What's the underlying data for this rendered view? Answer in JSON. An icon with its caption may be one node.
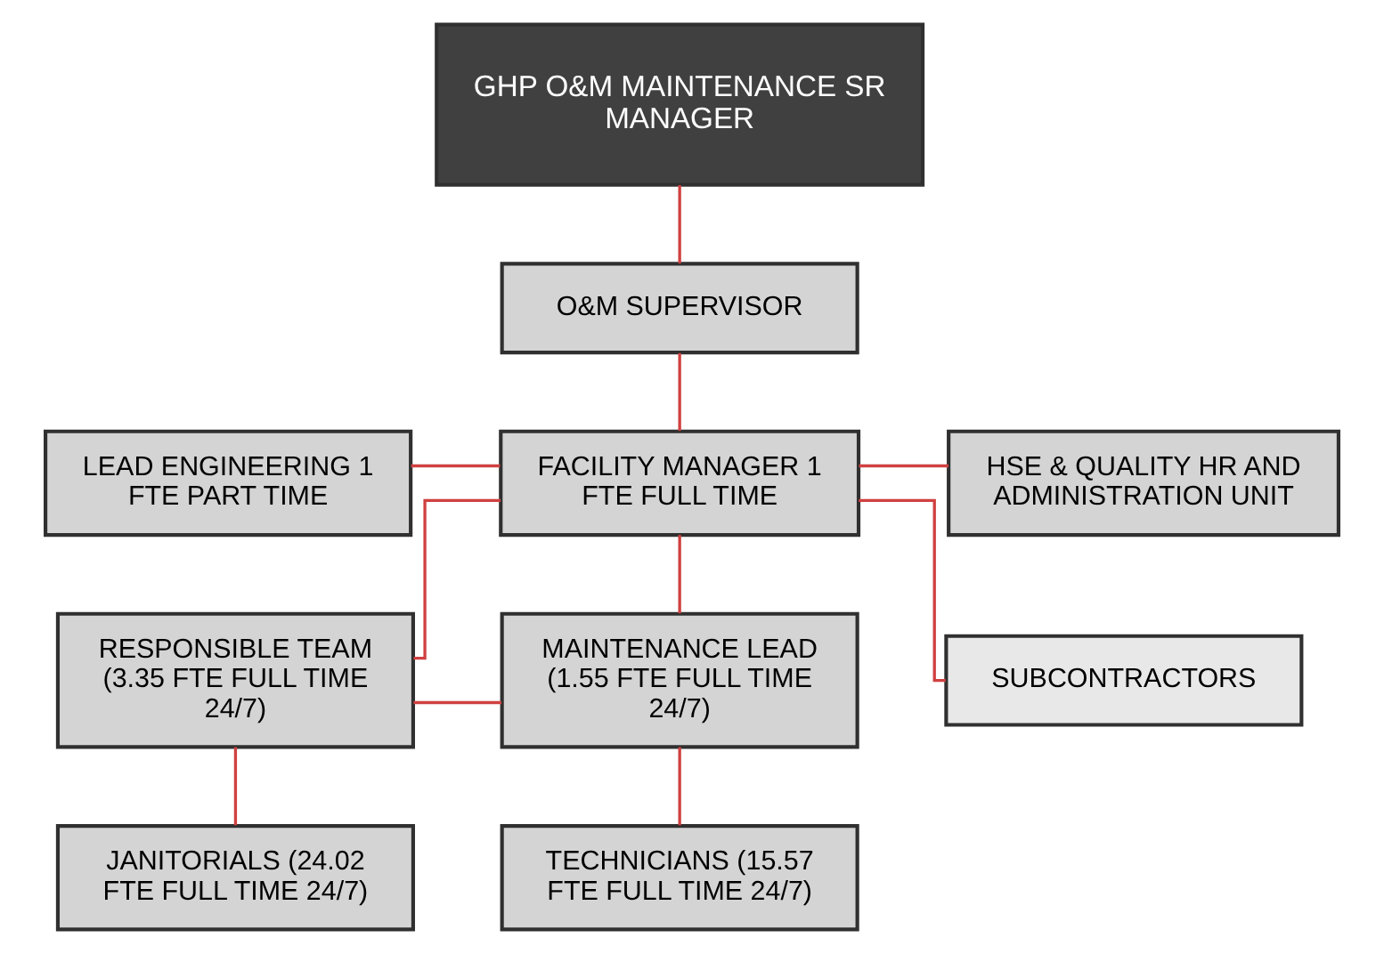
{
  "diagram": {
    "nodes": [
      {
        "text": [
          "GHP O&M MAINTENANCE SR MANAGER"
        ]
      },
      {
        "text": [
          "O&M SUPERVISOR"
        ]
      },
      {
        "text": [
          "LEAD ENGINEERING 1 FTE PART TIME"
        ]
      },
      {
        "text": [
          "FACILITY MANAGER 1 FTE FULL TIME"
        ]
      },
      {
        "text": [
          "HSE & QUALITY HR AND ADMINISTRATION UNIT"
        ]
      },
      {
        "text": [
          "RESPONSIBLE TEAM (3.35 FTE FULL TIME 24/7)"
        ]
      },
      {
        "text": [
          "MAINTENANCE LEAD (1.55 FTE FULL TIME 24/7)"
        ]
      },
      {
        "text": [
          "SUBCONTRACTORS"
        ]
      },
      {
        "text": [
          "JANITORIALS (24.02 FTE FULL TIME 24/7)"
        ]
      },
      {
        "text": [
          "TECHNICIANS (15.57 FTE FULL TIME 24/7)"
        ]
      }
    ],
    "edges": [
      {
        "from": 0,
        "to": 1,
        "arrow": "none"
      },
      {
        "from": 1,
        "to": 3,
        "arrow": "none"
      },
      {
        "from": 2,
        "to": 3,
        "arrow": "none"
      },
      {
        "from": 3,
        "to": 4,
        "arrow": "none"
      },
      {
        "from": 3,
        "to": 5,
        "arrow": "none"
      },
      {
        "from": 3,
        "to": 6,
        "arrow": "none"
      },
      {
        "from": 3,
        "to": 7,
        "arrow": "none"
      },
      {
        "from": 5,
        "to": 6,
        "arrow": "none"
      },
      {
        "from": 5,
        "to": 8,
        "arrow": "none"
      },
      {
        "from": 6,
        "to": 9,
        "arrow": "none"
      }
    ]
  }
}
